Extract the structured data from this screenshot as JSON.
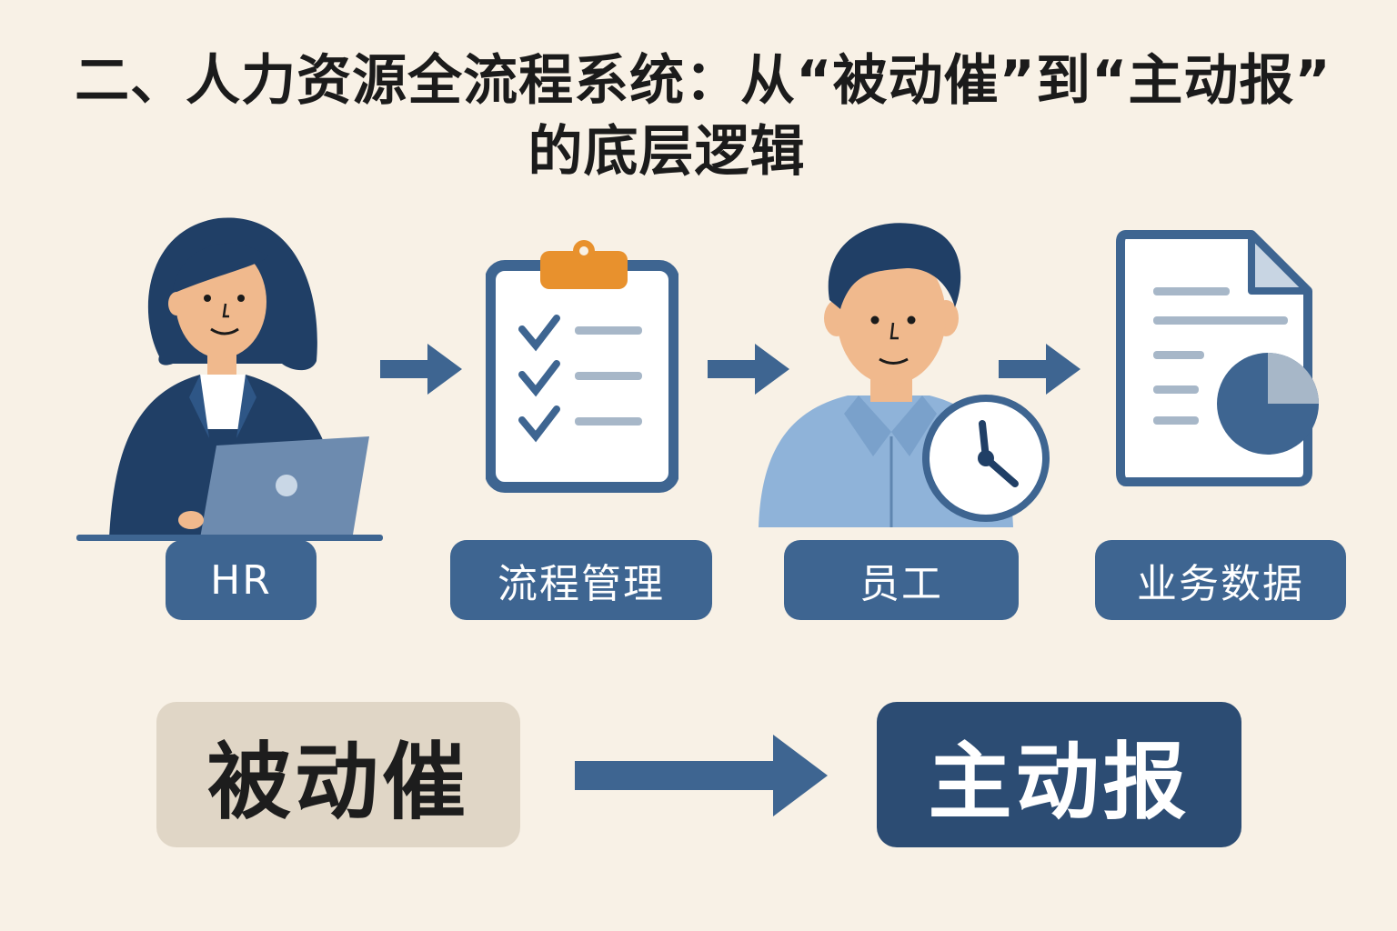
{
  "title": {
    "line1": "二、人力资源全流程系统：从“被动催”到“主动报”",
    "line2": "的底层逻辑"
  },
  "flow": {
    "steps": [
      {
        "label": "HR",
        "icon": "hr-woman-laptop-icon"
      },
      {
        "label": "流程管理",
        "icon": "clipboard-checklist-icon"
      },
      {
        "label": "员工",
        "icon": "employee-clock-icon"
      },
      {
        "label": "业务数据",
        "icon": "document-pie-chart-icon"
      }
    ]
  },
  "transition": {
    "from": "被动催",
    "to": "主动报"
  },
  "colors": {
    "background": "#f8f1e6",
    "navy": "#203f66",
    "pill": "#3e6591",
    "light_blue": "#8fb3d9",
    "orange": "#e8912d",
    "skin": "#f0b98d",
    "passive_box": "#e0d6c6",
    "active_box": "#2c4c73"
  }
}
